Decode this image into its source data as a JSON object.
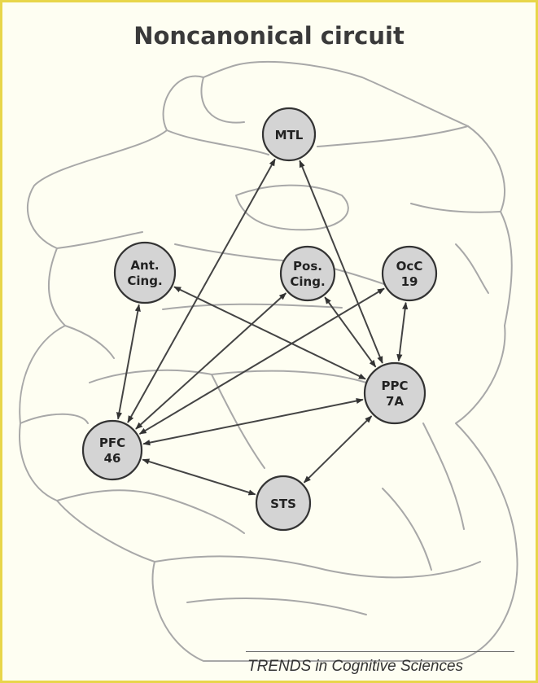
{
  "title": "Noncanonical circuit",
  "credit": "TRENDS in Cognitive Sciences",
  "nodes": [
    {
      "id": "mtl",
      "lines": [
        "MTL"
      ]
    },
    {
      "id": "antcing",
      "lines": [
        "Ant.",
        "Cing."
      ]
    },
    {
      "id": "poscing",
      "lines": [
        "Pos.",
        "Cing."
      ]
    },
    {
      "id": "occ",
      "lines": [
        "OcC",
        "19"
      ]
    },
    {
      "id": "ppc",
      "lines": [
        "PPC",
        "7A"
      ]
    },
    {
      "id": "pfc",
      "lines": [
        "PFC",
        "46"
      ]
    },
    {
      "id": "sts",
      "lines": [
        "STS"
      ]
    }
  ],
  "edges": [
    {
      "from": "mtl",
      "to": "pfc"
    },
    {
      "from": "mtl",
      "to": "ppc"
    },
    {
      "from": "antcing",
      "to": "pfc"
    },
    {
      "from": "antcing",
      "to": "ppc"
    },
    {
      "from": "poscing",
      "to": "pfc"
    },
    {
      "from": "poscing",
      "to": "ppc"
    },
    {
      "from": "occ",
      "to": "pfc"
    },
    {
      "from": "occ",
      "to": "ppc"
    },
    {
      "from": "ppc",
      "to": "pfc"
    },
    {
      "from": "ppc",
      "to": "sts"
    },
    {
      "from": "pfc",
      "to": "sts"
    }
  ],
  "arrowheads": "both-ends"
}
